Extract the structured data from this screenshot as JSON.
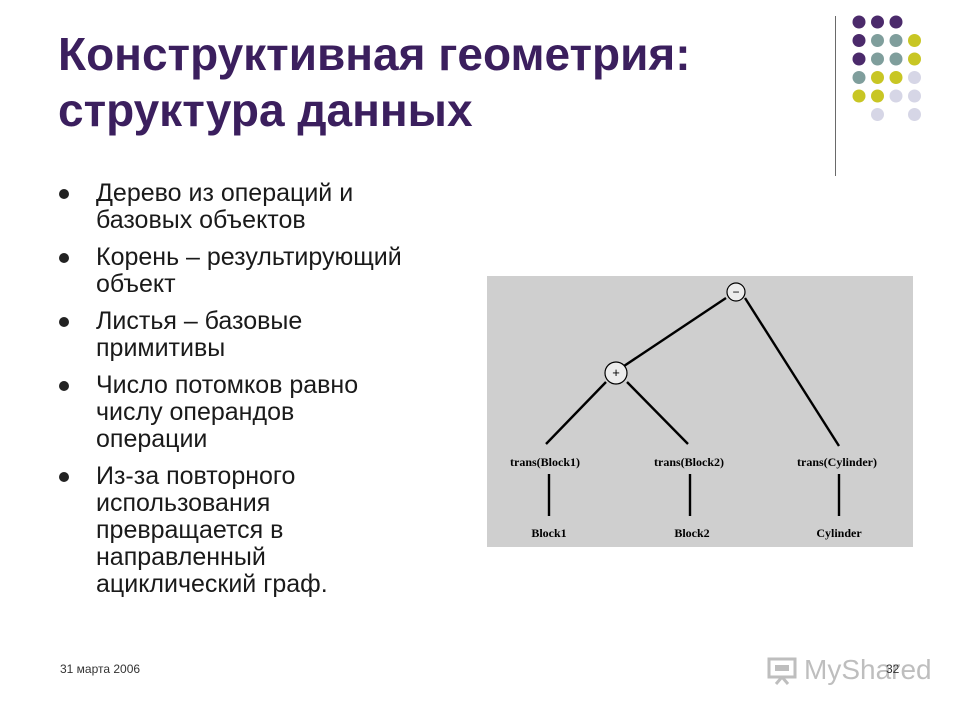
{
  "slide": {
    "title_line1": "Конструктивная геометрия:",
    "title_line2": "структура данных",
    "bullets": [
      "Дерево из операций и\nбазовых объектов",
      "Корень – результирующий\nобъект",
      "Листья – базовые\nпримитивы",
      "Число потомков равно\nчислу операндов\nоперации",
      "Из-за повторного\nиспользования\nпревращается в\nнаправленный\nациклический граф."
    ],
    "footer_date": "31 марта 2006",
    "page_number": "32"
  },
  "tree": {
    "root_op": "−",
    "union_op": "+",
    "labels": {
      "trans1": "trans(Block1)",
      "trans2": "trans(Block2)",
      "trans3": "trans(Cylinder)",
      "leaf1": "Block1",
      "leaf2": "Block2",
      "leaf3": "Cylinder"
    }
  },
  "decoration": {
    "dot_colors": {
      "purple": "#4b2a6b",
      "teal": "#7f9e9c",
      "lime": "#c8c624",
      "lavender": "#d6d6e6"
    }
  },
  "watermark": {
    "text": "MyShared"
  }
}
